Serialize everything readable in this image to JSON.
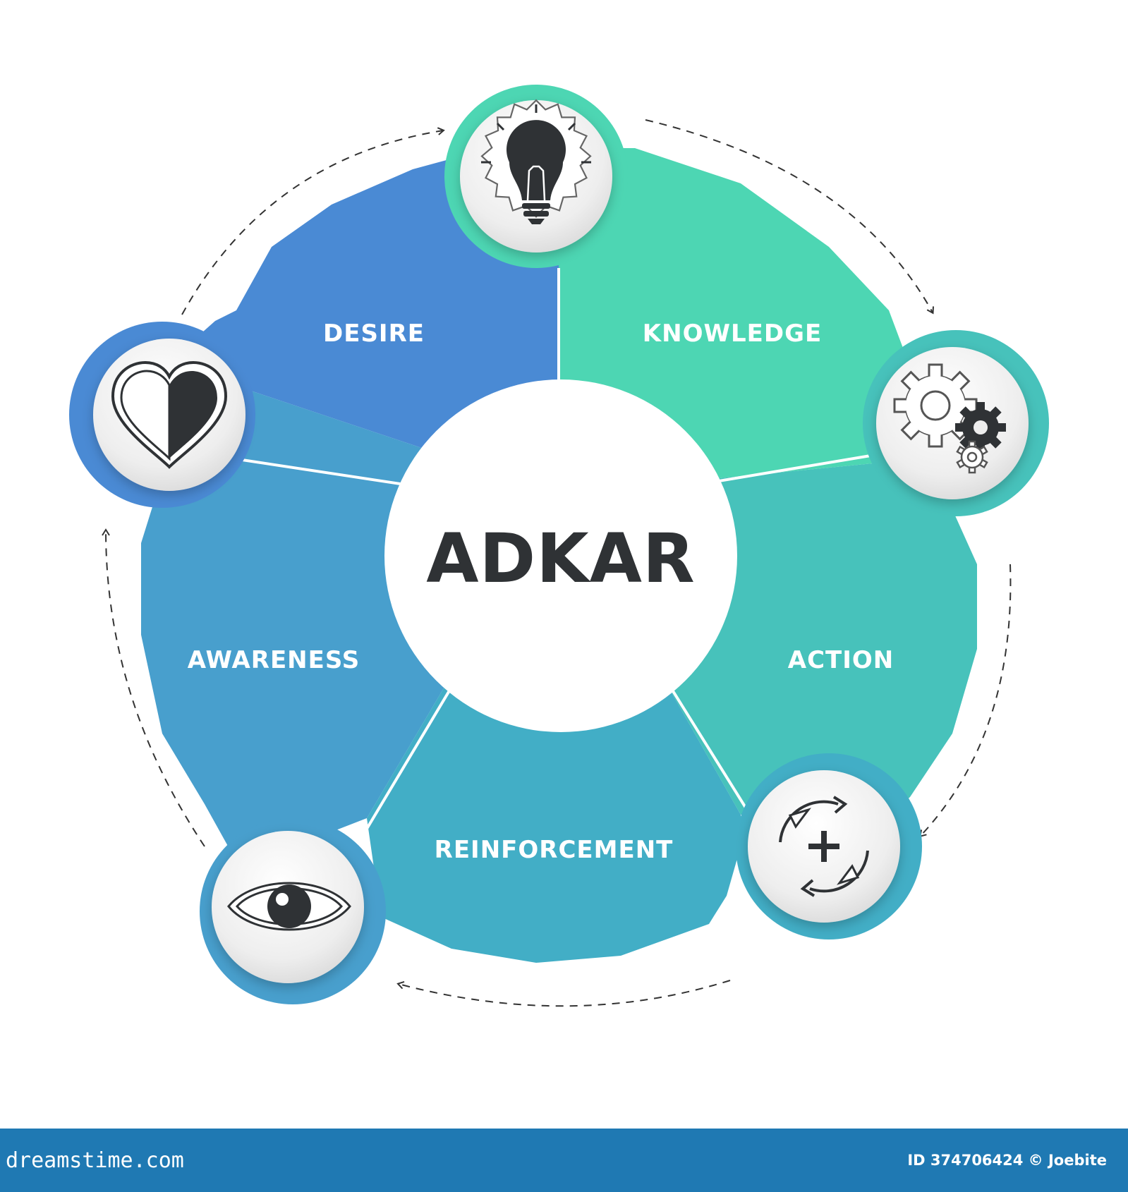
{
  "diagram": {
    "center_title": "ADKAR",
    "segments": [
      {
        "key": "desire",
        "label": "DESIRE",
        "color": "#4a8ad4",
        "icon": "heart-icon"
      },
      {
        "key": "knowledge",
        "label": "KNOWLEDGE",
        "color": "#4dd6b3",
        "icon": "lightbulb-icon"
      },
      {
        "key": "action",
        "label": "ACTION",
        "color": "#47c2bb",
        "icon": "gears-icon"
      },
      {
        "key": "reinforcement",
        "label": "REINFORCEMENT",
        "color": "#42aec6",
        "icon": "refresh-plus-icon"
      },
      {
        "key": "awareness",
        "label": "AWARENESS",
        "color": "#489fcd",
        "icon": "eye-icon"
      }
    ]
  },
  "footer": {
    "brand": "dreamstime.com",
    "image_id": "ID 374706424 © Joebite",
    "background": "#1f79b3"
  }
}
